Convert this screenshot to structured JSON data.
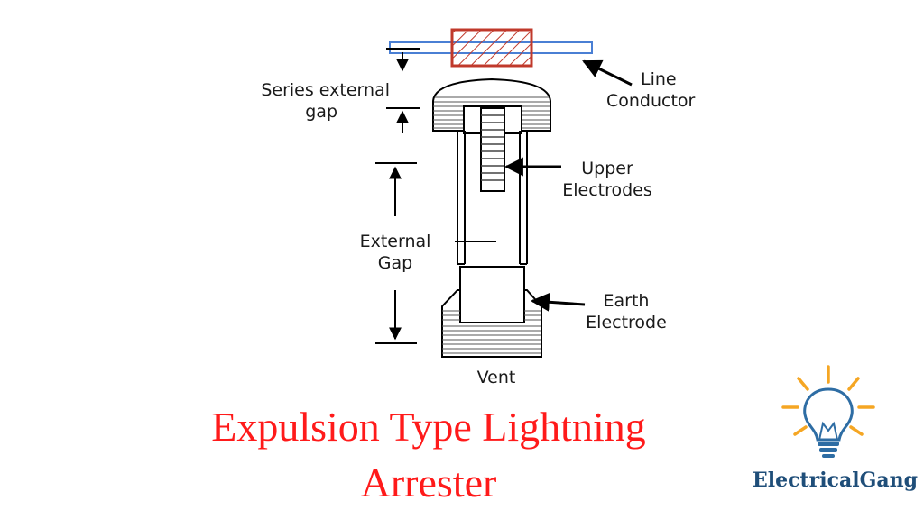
{
  "labels": {
    "series_gap_line1": "Series external",
    "series_gap_line2": "gap",
    "line_conductor_line1": "Line",
    "line_conductor_line2": "Conductor",
    "upper_electrodes_line1": "Upper",
    "upper_electrodes_line2": "Electrodes",
    "external_gap_line1": "External",
    "external_gap_line2": "Gap",
    "earth_electrode_line1": "Earth",
    "earth_electrode_line2": "Electrode",
    "vent": "Vent"
  },
  "title": {
    "line1": "Expulsion Type Lightning",
    "line2": "Arrester"
  },
  "brand": {
    "name": "ElectricalGang"
  },
  "colors": {
    "title": "#ff1a1a",
    "brand": "#1f4e79",
    "bulb_rays": "#f5a623",
    "bulb_body": "#2e6da4",
    "conductor": "#4a7fd4",
    "resistor": "#c0392b"
  }
}
